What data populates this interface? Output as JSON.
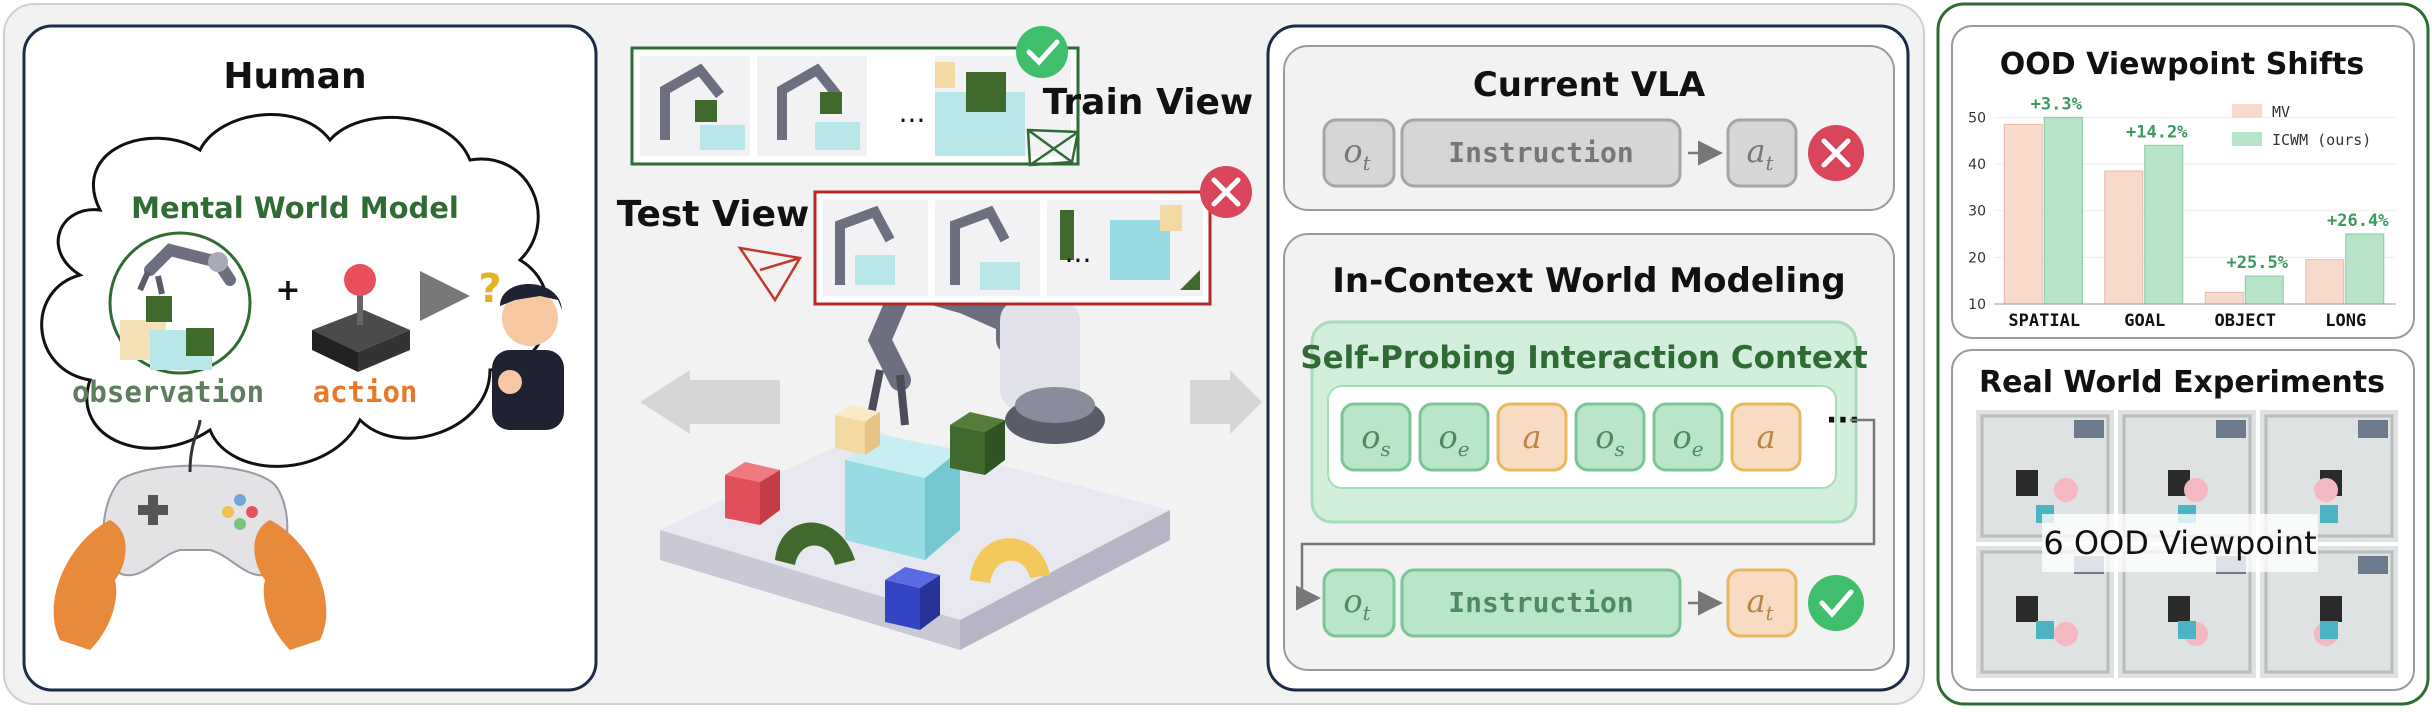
{
  "human": {
    "title": "Human",
    "mental_model_title": "Mental World Model",
    "observation_label": "observation",
    "action_label": "action",
    "plus": "+",
    "question": "?"
  },
  "views": {
    "train_label": "Train View",
    "test_label": "Test View",
    "ellipsis": "..."
  },
  "current_vla": {
    "title": "Current VLA",
    "obs": "o",
    "obs_sub": "t",
    "instruction": "Instruction",
    "act": "a",
    "act_sub": "t"
  },
  "icwm": {
    "title": "In-Context World Modeling",
    "context_title": "Self-Probing Interaction Context",
    "tokens": [
      {
        "base": "o",
        "sub": "s",
        "kind": "obs"
      },
      {
        "base": "o",
        "sub": "e",
        "kind": "obs"
      },
      {
        "base": "a",
        "sub": "",
        "kind": "act"
      },
      {
        "base": "o",
        "sub": "s",
        "kind": "obs"
      },
      {
        "base": "o",
        "sub": "e",
        "kind": "obs"
      },
      {
        "base": "a",
        "sub": "",
        "kind": "act"
      }
    ],
    "ellipsis": "···",
    "obs": "o",
    "obs_sub": "t",
    "instruction": "Instruction",
    "act": "a",
    "act_sub": "t"
  },
  "ood": {
    "title": "OOD Viewpoint Shifts",
    "chart_data": {
      "type": "bar",
      "title": "OOD Viewpoint Shifts",
      "categories": [
        "SPATIAL",
        "GOAL",
        "OBJECT",
        "LONG"
      ],
      "series": [
        {
          "name": "MV",
          "values": [
            48.5,
            38.5,
            12.5,
            19.5
          ],
          "color": "#f9d9cb"
        },
        {
          "name": "ICWM (ours)",
          "values": [
            50,
            44,
            16,
            25
          ],
          "color": "#b7e3c8"
        }
      ],
      "annotations": [
        "+3.3%",
        "+14.2%",
        "+25.5%",
        "+26.4%"
      ],
      "yticks": [
        "10",
        "20",
        "30",
        "40",
        "50"
      ],
      "ylim": [
        10,
        52
      ],
      "legend": "top-right"
    }
  },
  "real": {
    "title": "Real World Experiments",
    "overlay": "6 OOD Viewpoint"
  },
  "colors": {
    "green_dark": "#2f6b34",
    "green_token_fill": "#b9e5c9",
    "green_token_stroke": "#7cc597",
    "orange_text": "#e8792b",
    "gray_token_fill": "#d6d6d6",
    "gray_token_stroke": "#a6a6a6",
    "act_fill": "#f8dcc2",
    "act_stroke": "#e9b760",
    "red": "#d9455a",
    "check_green": "#3fbf6b",
    "navy": "#1c2d45"
  }
}
